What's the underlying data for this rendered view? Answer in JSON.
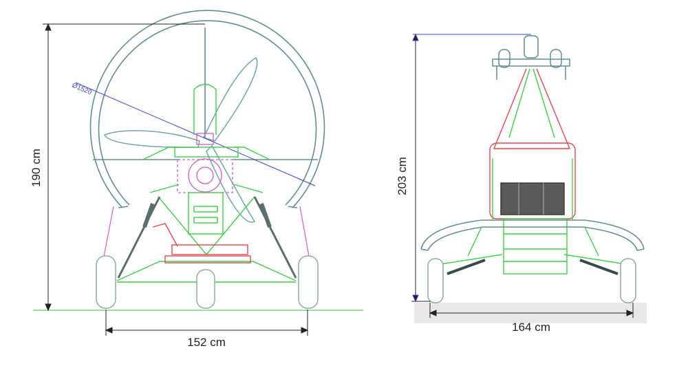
{
  "left_view": {
    "height_label": "190 cm",
    "width_label": "152 cm",
    "prop_diameter_label": "Ø1520"
  },
  "right_view": {
    "height_label": "203 cm",
    "width_label": "164 cm"
  },
  "colors": {
    "cage": "#5f8f8a",
    "frame": "#3fcf4a",
    "seat": "#e8474e",
    "engine": "#d05cc8",
    "propeller": "#6fa6a6",
    "dimension": "#3c3cd8",
    "wheel": "#8fa9a9",
    "ground": "#b5e6b5",
    "ground_pad": "#e8e8e8",
    "text": "#222222"
  }
}
